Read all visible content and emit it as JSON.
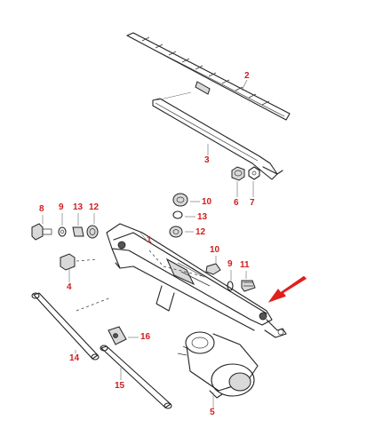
{
  "diagram": {
    "callouts": [
      {
        "id": "c1",
        "label": "1"
      },
      {
        "id": "c2",
        "label": "2"
      },
      {
        "id": "c3",
        "label": "3"
      },
      {
        "id": "c4",
        "label": "4"
      },
      {
        "id": "c5",
        "label": "5"
      },
      {
        "id": "c6",
        "label": "6"
      },
      {
        "id": "c7",
        "label": "7"
      },
      {
        "id": "c8",
        "label": "8"
      },
      {
        "id": "c9a",
        "label": "9"
      },
      {
        "id": "c9b",
        "label": "9"
      },
      {
        "id": "c10a",
        "label": "10"
      },
      {
        "id": "c10b",
        "label": "10"
      },
      {
        "id": "c11",
        "label": "11"
      },
      {
        "id": "c12a",
        "label": "12"
      },
      {
        "id": "c12b",
        "label": "12"
      },
      {
        "id": "c13a",
        "label": "13"
      },
      {
        "id": "c13b",
        "label": "13"
      },
      {
        "id": "c14",
        "label": "14"
      },
      {
        "id": "c15",
        "label": "15"
      },
      {
        "id": "c16",
        "label": "16"
      }
    ],
    "colors": {
      "callout": "#d21d1d",
      "arrow": "#e0201e",
      "line": "#222222"
    }
  }
}
